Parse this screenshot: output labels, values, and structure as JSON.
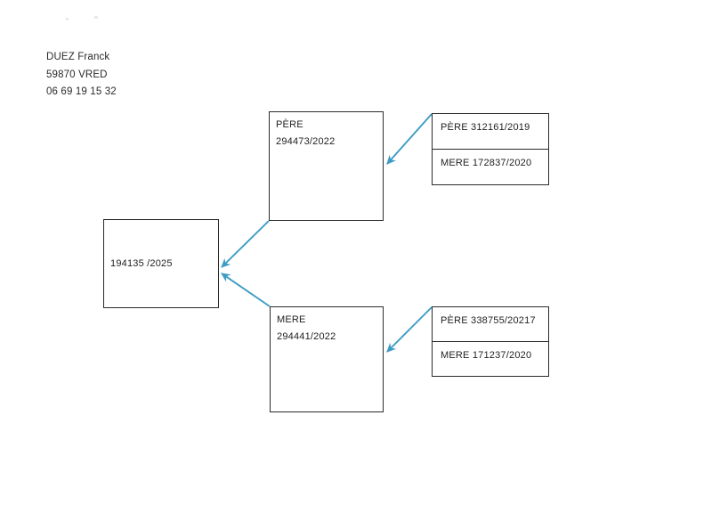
{
  "document": {
    "type": "pedigree-diagram",
    "background_color": "#ffffff",
    "box_border_color": "#2b2b2b",
    "connector_color": "#3e9cc4",
    "text_color": "#1f1f1f"
  },
  "header": {
    "name": "DUEZ Franck",
    "address": "59870 VRED",
    "phone": "06 69 19 15 32"
  },
  "child": {
    "id": "194135 /2025"
  },
  "father": {
    "label": "PÈRE",
    "id": "294473/2022"
  },
  "mother": {
    "label": "MERE",
    "id": "294441/2022"
  },
  "paternal_grandparents": {
    "father": "PÈRE  312161/2019",
    "mother": "MERE  172837/2020"
  },
  "maternal_grandparents": {
    "father": "PÈRE  338755/20217",
    "mother": "MERE  171237/2020"
  }
}
